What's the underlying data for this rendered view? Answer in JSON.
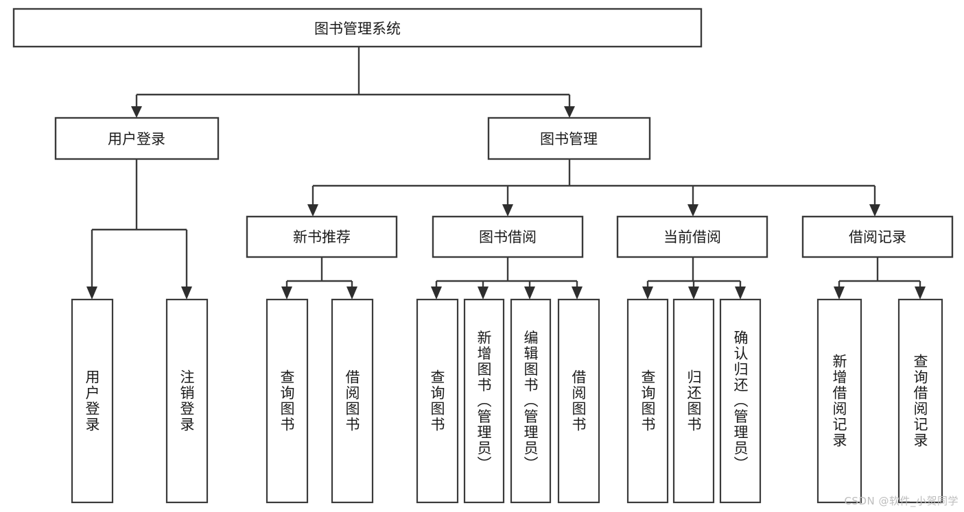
{
  "diagram": {
    "title": "图书管理系统",
    "type": "functional-hierarchy-tree",
    "root": {
      "id": "root",
      "label": "图书管理系统"
    },
    "level1": [
      {
        "id": "user-login",
        "label": "用户登录"
      },
      {
        "id": "book-management",
        "label": "图书管理"
      }
    ],
    "level2": [
      {
        "id": "new-book-recommend",
        "label": "新书推荐",
        "parent": "book-management"
      },
      {
        "id": "book-borrow",
        "label": "图书借阅",
        "parent": "book-management"
      },
      {
        "id": "current-borrow",
        "label": "当前借阅",
        "parent": "book-management"
      },
      {
        "id": "borrow-record",
        "label": "借阅记录",
        "parent": "book-management"
      }
    ],
    "leaves": [
      {
        "id": "leaf-user-login",
        "label": "用户登录",
        "parent": "user-login"
      },
      {
        "id": "leaf-logout-login",
        "label": "注销登录",
        "parent": "user-login"
      },
      {
        "id": "leaf-query-book-1",
        "label": "查询图书",
        "parent": "new-book-recommend"
      },
      {
        "id": "leaf-borrow-book-1",
        "label": "借阅图书",
        "parent": "new-book-recommend"
      },
      {
        "id": "leaf-query-book-2",
        "label": "查询图书",
        "parent": "book-borrow"
      },
      {
        "id": "leaf-add-book",
        "label": "新增图书（管理员）",
        "parent": "book-borrow"
      },
      {
        "id": "leaf-edit-book",
        "label": "编辑图书（管理员）",
        "parent": "book-borrow"
      },
      {
        "id": "leaf-borrow-book-2",
        "label": "借阅图书",
        "parent": "book-borrow"
      },
      {
        "id": "leaf-query-book-3",
        "label": "查询图书",
        "parent": "current-borrow"
      },
      {
        "id": "leaf-return-book",
        "label": "归还图书",
        "parent": "current-borrow"
      },
      {
        "id": "leaf-confirm-return",
        "label": "确认归还（管理员）",
        "parent": "current-borrow"
      },
      {
        "id": "leaf-add-record",
        "label": "新增借阅记录",
        "parent": "borrow-record"
      },
      {
        "id": "leaf-query-record",
        "label": "查询借阅记录",
        "parent": "borrow-record"
      }
    ]
  },
  "watermark": {
    "text": "CSDN @软件_小贺同学"
  },
  "colors": {
    "box_stroke": "#3a3a3a",
    "connector": "#3a3a3a",
    "text": "#1a1a1a",
    "background": "#ffffff",
    "watermark": "#bdbdbd"
  }
}
